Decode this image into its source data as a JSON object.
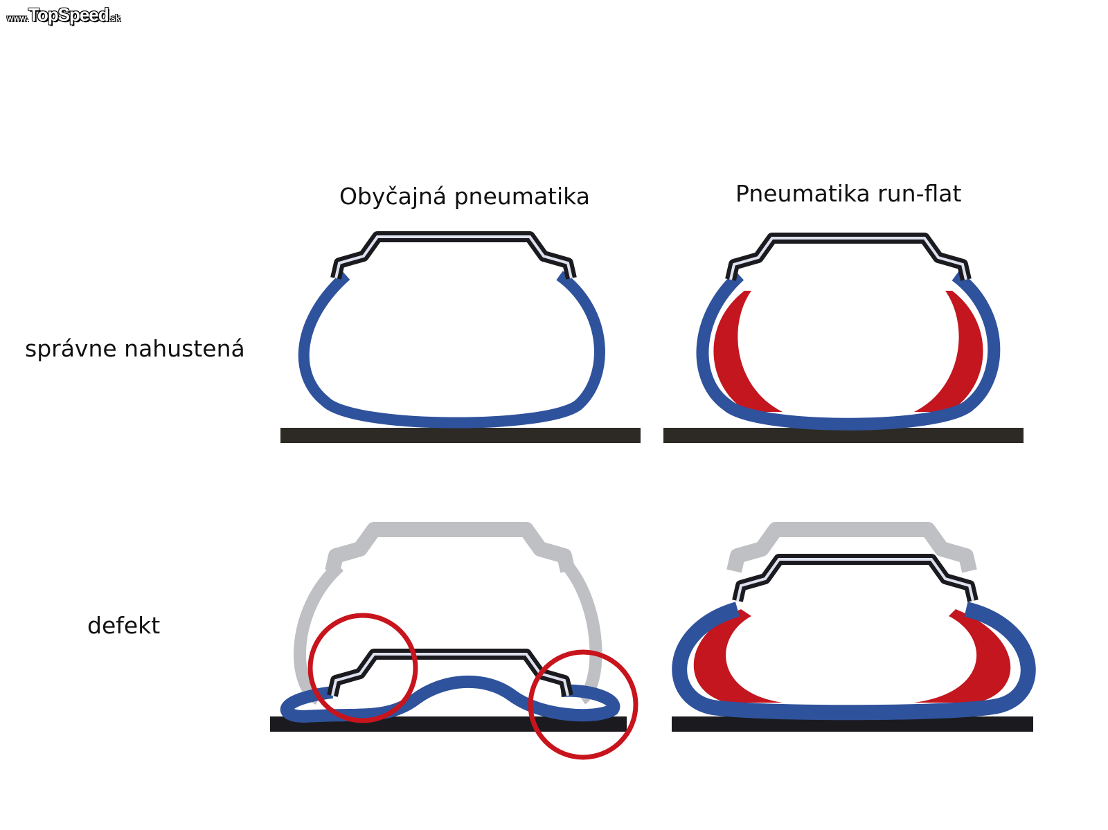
{
  "logo": {
    "prefix": "www.",
    "name": "TopSpeed",
    "suffix": ".sk"
  },
  "columns": {
    "regular": "Obyčajná pneumatika",
    "runflat": "Pneumatika run-flat"
  },
  "rows": {
    "inflated": "správne nahustená",
    "flat": "defekt"
  },
  "colors": {
    "tire": "#2f529c",
    "support": "#c3161f",
    "rim": "#1b1b1f",
    "ghost": "#bfc0c4",
    "ground": "#2d2a25",
    "highlight": "#c8141c"
  }
}
